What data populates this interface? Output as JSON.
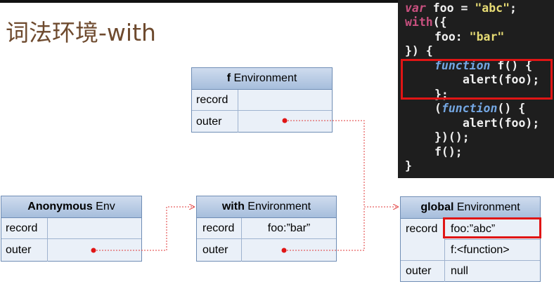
{
  "title": "词法环境-with",
  "code": {
    "l1_kw": "var",
    "l1_name": " foo = ",
    "l1_str": "\"abc\"",
    "l1_end": ";",
    "l2_kw": "with",
    "l2_end": "({",
    "l3_name": "foo: ",
    "l3_str": "\"bar\"",
    "l4": "}) {",
    "l5_kw": "function",
    "l5_rest": " f() {",
    "l6": "alert(foo);",
    "l7": "};",
    "l8_open": "(",
    "l8_kw": "function",
    "l8_rest": "() {",
    "l9": "alert(foo);",
    "l10": "})();",
    "l11": "f();",
    "l12": "}"
  },
  "envs": {
    "f": {
      "bold": "f",
      "rest": " Environment",
      "record_label": "record",
      "outer_label": "outer",
      "record_value": ""
    },
    "anon": {
      "bold": "Anonymous",
      "rest": " Env",
      "record_label": "record",
      "outer_label": "outer",
      "record_value": ""
    },
    "with": {
      "bold": "with",
      "rest": " Environment",
      "record_label": "record",
      "outer_label": "outer",
      "record_value": "foo:”bar”"
    },
    "global": {
      "bold": "global",
      "rest": " Environment",
      "record_label": "record",
      "outer_label": "outer",
      "record_value1": "foo:”abc”",
      "record_value2": "f:<function>",
      "outer_value": "null"
    }
  },
  "colors": {
    "title": "#6e4a2e",
    "highlight": "#e01515",
    "wire": "#e03a3a",
    "box_border": "#6f8db5"
  }
}
